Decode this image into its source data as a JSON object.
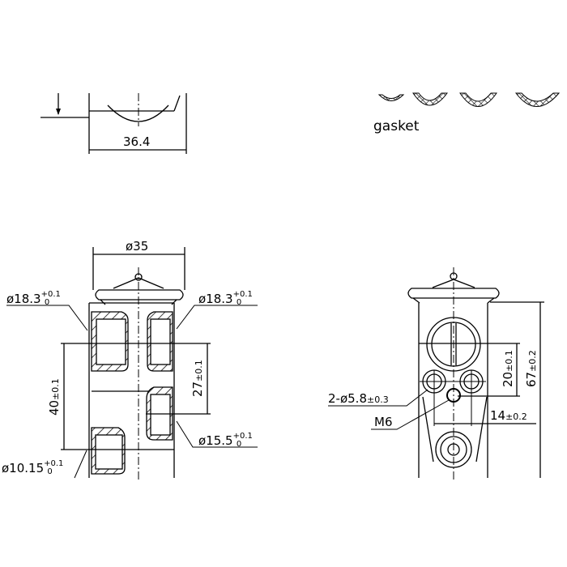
{
  "top_view": {
    "width_dim": "36.4"
  },
  "gasket": {
    "label": "gasket"
  },
  "front_view": {
    "dia_35": "ø35",
    "port_left_top": {
      "value": "ø18.3",
      "tol_upper": "+0.1",
      "tol_lower": "0"
    },
    "port_right_top": {
      "value": "ø18.3",
      "tol_upper": "+0.1",
      "tol_lower": "0"
    },
    "port_right_bottom": {
      "value": "ø15.5",
      "tol_upper": "+0.1",
      "tol_lower": "0"
    },
    "port_left_bottom": {
      "value": "ø10.15",
      "tol_upper": "+0.1",
      "tol_lower": "0"
    },
    "dim_40": "40",
    "dim_40_tol": "±0.1",
    "dim_27": "27",
    "dim_27_tol": "±0.1"
  },
  "side_view": {
    "holes": "2-ø5.8",
    "holes_tol": "±0.3",
    "thread": "M6",
    "dim_14": "14",
    "dim_14_tol": "±0.2",
    "dim_20": "20",
    "dim_20_tol": "±0.1",
    "dim_67": "67",
    "dim_67_tol": "±0.2"
  }
}
